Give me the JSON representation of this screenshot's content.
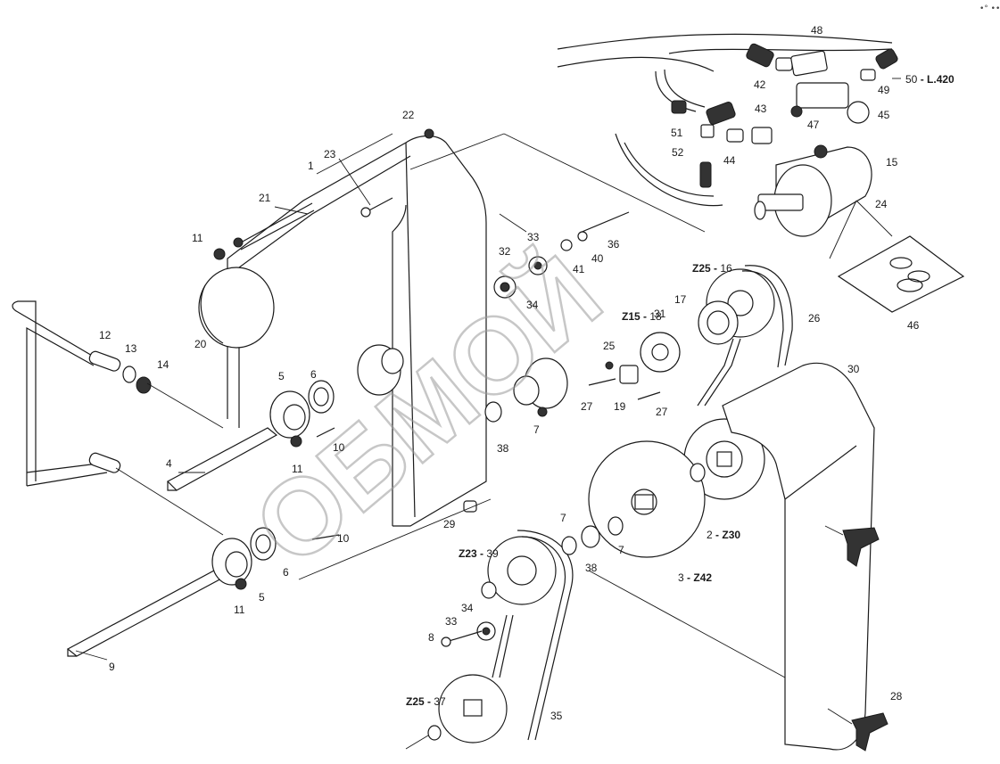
{
  "watermark": "ОБМОЙ",
  "corner_mark": "•° ••",
  "labels": [
    {
      "id": "1",
      "text": "1"
    },
    {
      "id": "2",
      "text": "2",
      "suffix": "Z30"
    },
    {
      "id": "3",
      "text": "3",
      "suffix": "Z42"
    },
    {
      "id": "4",
      "text": "4"
    },
    {
      "id": "5a",
      "text": "5"
    },
    {
      "id": "5b",
      "text": "5"
    },
    {
      "id": "6a",
      "text": "6"
    },
    {
      "id": "6b",
      "text": "6"
    },
    {
      "id": "7a",
      "text": "7"
    },
    {
      "id": "7b",
      "text": "7"
    },
    {
      "id": "7c",
      "text": "7"
    },
    {
      "id": "8",
      "text": "8"
    },
    {
      "id": "9",
      "text": "9"
    },
    {
      "id": "10a",
      "text": "10"
    },
    {
      "id": "10b",
      "text": "10"
    },
    {
      "id": "11a",
      "text": "11"
    },
    {
      "id": "11b",
      "text": "11"
    },
    {
      "id": "11c",
      "text": "11"
    },
    {
      "id": "12",
      "text": "12"
    },
    {
      "id": "13",
      "text": "13"
    },
    {
      "id": "14",
      "text": "14"
    },
    {
      "id": "15",
      "text": "15"
    },
    {
      "id": "16",
      "text": "16",
      "prefix": "Z25"
    },
    {
      "id": "17",
      "text": "17"
    },
    {
      "id": "18",
      "text": "18",
      "prefix": "Z15"
    },
    {
      "id": "19",
      "text": "19"
    },
    {
      "id": "20",
      "text": "20"
    },
    {
      "id": "21",
      "text": "21"
    },
    {
      "id": "22",
      "text": "22"
    },
    {
      "id": "23",
      "text": "23"
    },
    {
      "id": "24",
      "text": "24"
    },
    {
      "id": "25",
      "text": "25"
    },
    {
      "id": "26",
      "text": "26"
    },
    {
      "id": "27a",
      "text": "27"
    },
    {
      "id": "27b",
      "text": "27"
    },
    {
      "id": "28",
      "text": "28"
    },
    {
      "id": "29",
      "text": "29"
    },
    {
      "id": "30",
      "text": "30"
    },
    {
      "id": "31",
      "text": "31"
    },
    {
      "id": "32",
      "text": "32"
    },
    {
      "id": "33a",
      "text": "33"
    },
    {
      "id": "33b",
      "text": "33"
    },
    {
      "id": "34a",
      "text": "34"
    },
    {
      "id": "34b",
      "text": "34"
    },
    {
      "id": "35",
      "text": "35"
    },
    {
      "id": "36",
      "text": "36"
    },
    {
      "id": "37",
      "text": "37",
      "prefix": "Z25"
    },
    {
      "id": "38a",
      "text": "38"
    },
    {
      "id": "38b",
      "text": "38"
    },
    {
      "id": "39",
      "text": "39",
      "prefix": "Z23"
    },
    {
      "id": "40",
      "text": "40"
    },
    {
      "id": "41",
      "text": "41"
    },
    {
      "id": "42",
      "text": "42"
    },
    {
      "id": "43",
      "text": "43"
    },
    {
      "id": "44",
      "text": "44"
    },
    {
      "id": "45",
      "text": "45"
    },
    {
      "id": "46",
      "text": "46"
    },
    {
      "id": "47",
      "text": "47"
    },
    {
      "id": "48",
      "text": "48"
    },
    {
      "id": "49",
      "text": "49"
    },
    {
      "id": "50",
      "text": "50",
      "suffix": "L.420"
    },
    {
      "id": "51",
      "text": "51"
    },
    {
      "id": "52",
      "text": "52"
    }
  ]
}
